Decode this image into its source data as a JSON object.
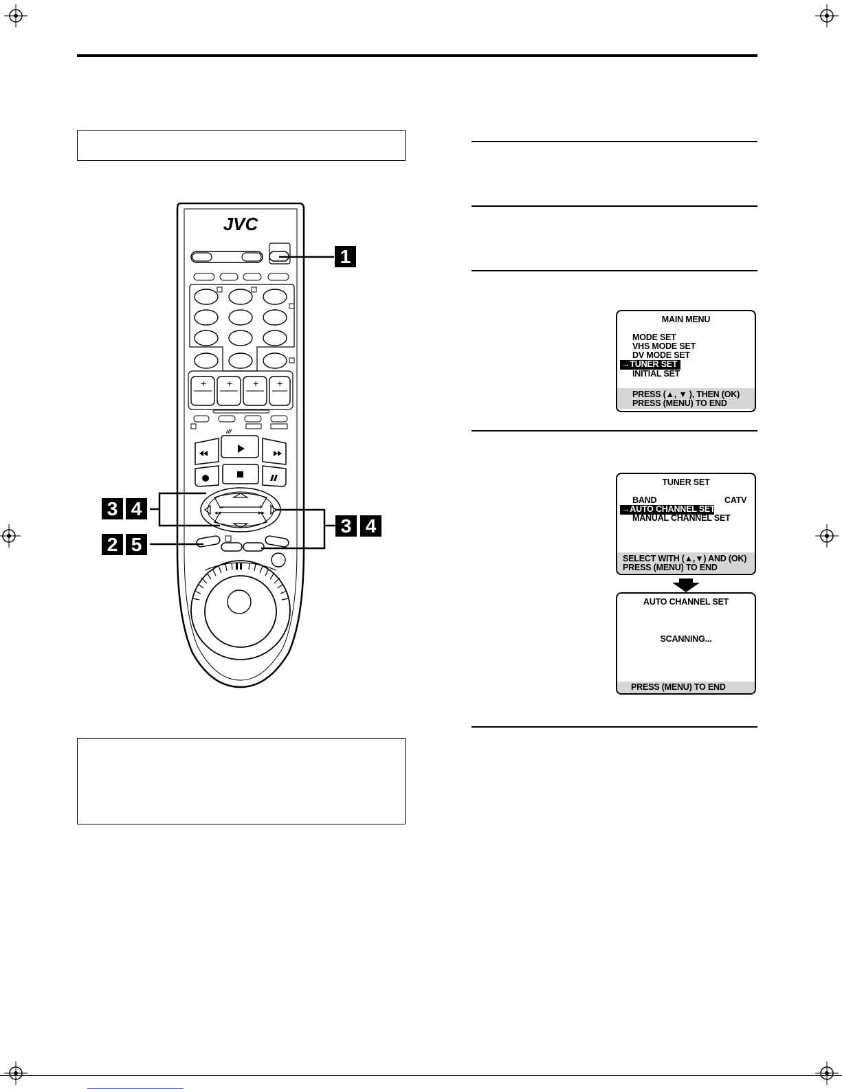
{
  "remote": {
    "brand": "JVC",
    "callouts": {
      "c1": "1",
      "c3a": "3",
      "c4a": "4",
      "c3b": "3",
      "c4b": "4",
      "c2": "2",
      "c5": "5"
    }
  },
  "screens": {
    "main_menu": {
      "title": "MAIN MENU",
      "items": [
        "MODE SET",
        "VHS MODE SET",
        "DV MODE SET",
        "TUNER SET",
        "INITIAL SET"
      ],
      "selected_prefix": "→",
      "footer_1": "PRESS (▲, ▼ ), THEN (OK)",
      "footer_2": "PRESS (MENU) TO END"
    },
    "tuner_set": {
      "title": "TUNER SET",
      "band_label": "BAND",
      "band_value": "CATV",
      "auto_item": "→AUTO CHANNEL SET",
      "manual_item": "MANUAL CHANNEL SET",
      "footer_1": "SELECT WITH (▲,▼) AND (OK)",
      "footer_2": "PRESS (MENU) TO END"
    },
    "auto_channel_set": {
      "title": "AUTO CHANNEL SET",
      "status": "SCANNING...",
      "footer": "PRESS (MENU) TO END"
    }
  }
}
